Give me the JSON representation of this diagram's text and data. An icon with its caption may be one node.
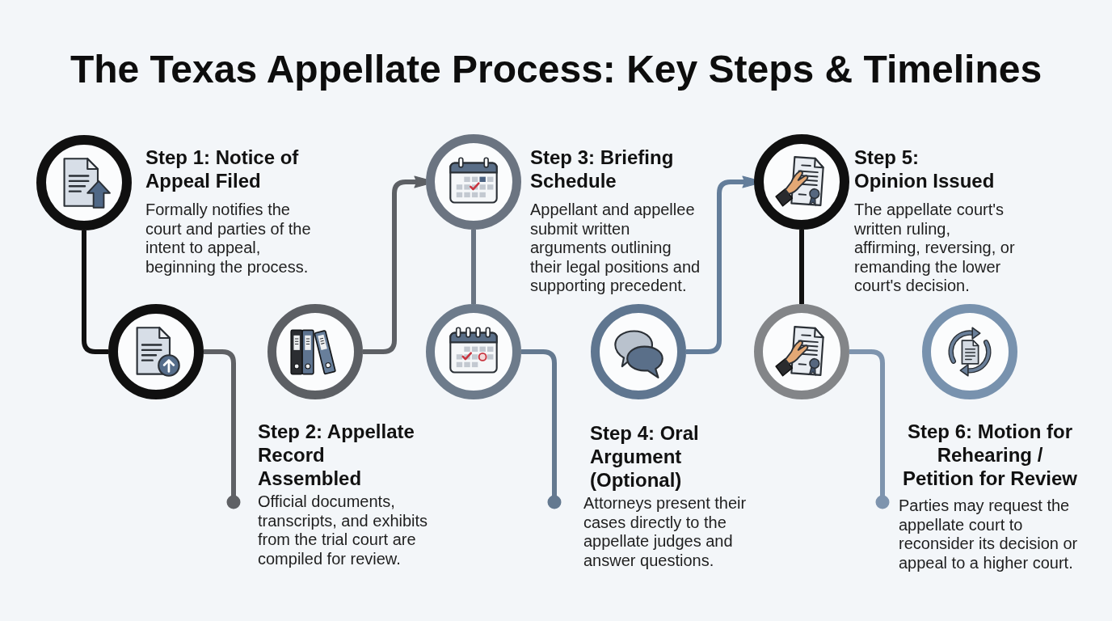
{
  "diagram": {
    "title": "The Texas Appellate Process: Key Steps & Timelines",
    "nodes": [
      {
        "text": [],
        "shape": "circle"
      },
      {
        "text": [
          "Step 1: Notice of Appeal Filed",
          "Formally notifies the court and parties of the intent to appeal, beginning the process."
        ]
      },
      {
        "text": [],
        "shape": "circle"
      },
      {
        "text": [],
        "shape": "circle"
      },
      {
        "text": [
          "Step 2: Appellate Record Assembled",
          "Official documents, transcripts, and exhibits from the trial court are compiled for review."
        ]
      },
      {
        "text": [],
        "shape": "circle"
      },
      {
        "text": [
          "Step 3: Briefing Schedule",
          "Appellant and appellee submit written arguments outlining their legal positions and supporting precedent."
        ]
      },
      {
        "text": [],
        "shape": "circle"
      },
      {
        "text": [],
        "shape": "circle"
      },
      {
        "text": [
          "Step 4: Oral Argument (Optional)",
          "Attorneys present their cases directly to the appellate judges and answer questions."
        ]
      },
      {
        "text": [],
        "shape": "circle"
      },
      {
        "text": [
          "Step 5: Opinion Issued",
          "The appellate court's written ruling, affirming, reversing, or remanding the lower court's decision."
        ]
      },
      {
        "text": [],
        "shape": "circle"
      },
      {
        "text": [],
        "shape": "circle"
      },
      {
        "text": [
          "Step 6: Motion for Rehearing / Petition for Review",
          "Parties may request the appellate court to reconsider its decision or appeal to a higher court."
        ]
      }
    ],
    "edges": [
      {
        "from": 0,
        "to": 2,
        "arrow": "none",
        "color": "#111111"
      },
      {
        "from": 2,
        "to": 4,
        "arrow": "other",
        "color": "#5f6165"
      },
      {
        "from": 3,
        "to": 5,
        "arrow": "to",
        "color": "#5d6065"
      },
      {
        "from": 5,
        "to": 7,
        "arrow": "none",
        "color": "#6a7583"
      },
      {
        "from": 7,
        "to": 9,
        "arrow": "other",
        "color": "#647990"
      },
      {
        "from": 8,
        "to": 10,
        "arrow": "to",
        "color": "#637d9a"
      },
      {
        "from": 10,
        "to": 12,
        "arrow": "none",
        "color": "#111111"
      },
      {
        "from": 12,
        "to": 14,
        "arrow": "other",
        "color": "#7e94ae"
      }
    ]
  }
}
